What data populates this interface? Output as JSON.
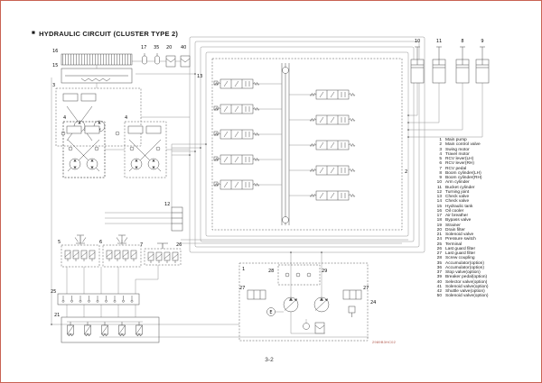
{
  "page": {
    "title": "HYDRAULIC CIRCUIT (CLUSTER TYPE 2)",
    "title_bullet": "■",
    "page_number": "3-2",
    "doc_code": "2989B3HC02"
  },
  "legend": {
    "items": [
      {
        "num": "1",
        "label": "Main pump"
      },
      {
        "num": "2",
        "label": "Main control valve"
      },
      {
        "num": "3",
        "label": "Swing motor"
      },
      {
        "num": "4",
        "label": "Travel motor"
      },
      {
        "num": "5",
        "label": "RCV lever(LH)"
      },
      {
        "num": "6",
        "label": "RCV lever(RH)"
      },
      {
        "num": "7",
        "label": "RCV pedal"
      },
      {
        "num": "8",
        "label": "Boom cylinder(LH)"
      },
      {
        "num": "9",
        "label": "Boom cylinder(RH)"
      },
      {
        "num": "10",
        "label": "Arm cylinder"
      },
      {
        "num": "11",
        "label": "Bucket cylinder"
      },
      {
        "num": "12",
        "label": "Turning joint"
      },
      {
        "num": "13",
        "label": "Check valve"
      },
      {
        "num": "14",
        "label": "Check valve"
      },
      {
        "num": "15",
        "label": "Hydraulic tank"
      },
      {
        "num": "16",
        "label": "Oil cooler"
      },
      {
        "num": "17",
        "label": "Air breather"
      },
      {
        "num": "18",
        "label": "Bypass valve"
      },
      {
        "num": "19",
        "label": "Strainer"
      },
      {
        "num": "20",
        "label": "Drain filter"
      },
      {
        "num": "21",
        "label": "Solenoid valve"
      },
      {
        "num": "24",
        "label": "Pressure switch"
      },
      {
        "num": "25",
        "label": "Terminal"
      },
      {
        "num": "26",
        "label": "Last guard filter"
      },
      {
        "num": "27",
        "label": "Last guard filter"
      },
      {
        "num": "28",
        "label": "Screw coupling"
      },
      {
        "num": "35",
        "label": "Accumulator(option)"
      },
      {
        "num": "36",
        "label": "Accumulator(option)"
      },
      {
        "num": "37",
        "label": "Stop valve(option)"
      },
      {
        "num": "39",
        "label": "Breaker pedal(option)"
      },
      {
        "num": "40",
        "label": "Selector valve(option)"
      },
      {
        "num": "41",
        "label": "Solenoid valve(option)"
      },
      {
        "num": "42",
        "label": "Shuttle valve(option)"
      },
      {
        "num": "50",
        "label": "Solenoid valve(option)"
      }
    ]
  },
  "diagram": {
    "callouts": {
      "oil_cooler": "16",
      "hydraulic_tank": "15",
      "air_breather": "17",
      "accumulator": "35",
      "drain_filter": "20",
      "selector_valve": "40",
      "check_valve": "13",
      "swing_motor": "3",
      "travel_motor_left": "4",
      "travel_motor_right": "4",
      "main_control_valve": "2",
      "arm_cylinder": "10",
      "bucket_cylinder": "11",
      "boom_cylinder_lh": "8",
      "boom_cylinder_rh": "9",
      "turning_joint": "12",
      "rcv_lever_lh": "5",
      "rcv_lever_rh": "6",
      "rcv_pedal": "7",
      "last_guard_filter": "26",
      "terminal": "25",
      "solenoid_valve": "21",
      "pressure_switch": "24",
      "main_pump": "1",
      "regulator_left": "27",
      "regulator_right": "27",
      "screw_coupling_a": "28",
      "screw_coupling_b": "29",
      "engine": "E"
    }
  }
}
